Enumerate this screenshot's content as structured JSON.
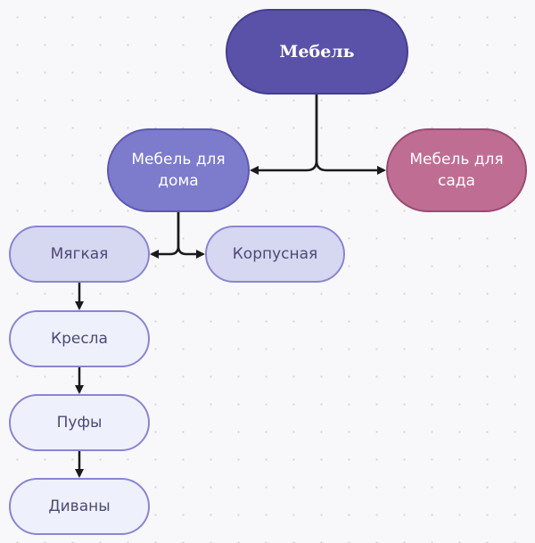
{
  "nodes": {
    "root": "Мебель",
    "home": "Мебель для дома",
    "garden": "Мебель для сада",
    "soft": "Мягкая",
    "cabinet": "Корпусная",
    "armchairs": "Кресла",
    "poufs": "Пуфы",
    "sofas": "Диваны"
  },
  "colors": {
    "root": "#5a52a8",
    "home": "#7d7bcb",
    "garden": "#c06d94",
    "level2": "#d6d7f0",
    "level3": "#eef1fc",
    "edge": "#1a1a1a"
  }
}
